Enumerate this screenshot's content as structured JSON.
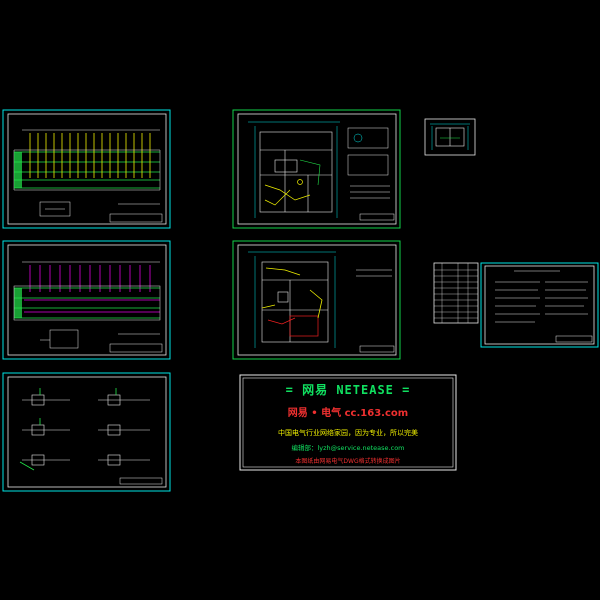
{
  "banner": {
    "line1": "= 网易 NETEASE =",
    "line2": "网易 • 电气 cc.163.com",
    "line3": "中国电气行业网络家园，因为专业，所以完美",
    "line4": "编辑部：lyzh@service.netease.com",
    "line5": "本图纸由网易电气DWG格式转换成图片"
  },
  "sheets": [
    "distribution-system-diagram-1",
    "distribution-system-diagram-2",
    "riser-details-sheet",
    "floor-plan-1",
    "floor-plan-2",
    "key-plan",
    "material-table",
    "design-notes"
  ]
}
